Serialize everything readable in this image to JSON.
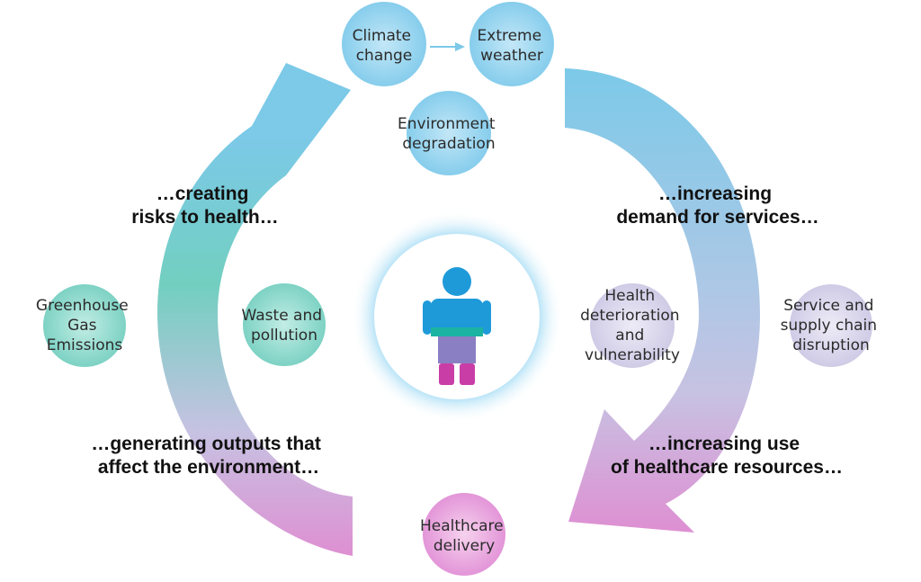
{
  "nodes": {
    "climate_change": [
      "Climate",
      "change"
    ],
    "extreme_weather": [
      "Extreme",
      "weather"
    ],
    "environment_degradation": [
      "Environment",
      "degradation"
    ],
    "greenhouse_gas_emissions": [
      "Greenhouse",
      "Gas",
      "Emissions"
    ],
    "waste_and_pollution": [
      "Waste and",
      "pollution"
    ],
    "health_deterioration": [
      "Health",
      "deterioration",
      "and",
      "vulnerability"
    ],
    "service_supply_disruption": [
      "Service and",
      "supply chain",
      "disruption"
    ],
    "healthcare_delivery": [
      "Healthcare",
      "delivery"
    ]
  },
  "phrases": {
    "creating_risks": [
      "…creating",
      "risks to health…"
    ],
    "increasing_demand": [
      "…increasing",
      "demand for services…"
    ],
    "generating_outputs": [
      "…generating outputs that",
      "affect the environment…"
    ],
    "increasing_use": [
      "…increasing use",
      "of healthcare resources…"
    ]
  },
  "colors": {
    "blue": "#7cc9e8",
    "lavender": "#c7c2e2",
    "teal": "#72cfc0",
    "magenta": "#de8fd2",
    "figure_head": "#1e9ad9",
    "figure_body": "#8b7fc4",
    "figure_feet": "#c93ea6",
    "glow": "#36aee6"
  },
  "icons": {
    "center": "person-icon"
  }
}
